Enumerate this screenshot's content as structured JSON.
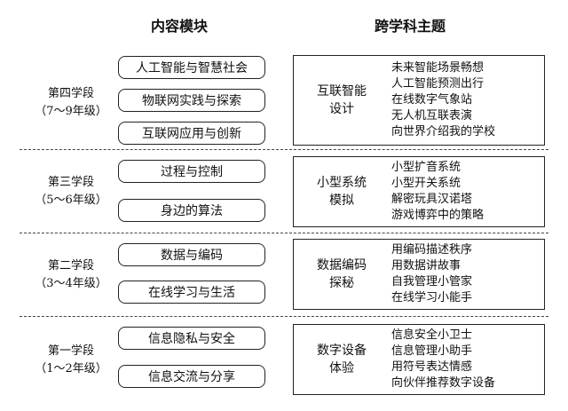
{
  "headers": {
    "modules": "内容模块",
    "themes": "跨学科主题"
  },
  "stages": [
    {
      "name": "第四学段",
      "grade": "（7～9年级）",
      "modules": [
        "人工智能与智慧社会",
        "物联网实践与探索",
        "互联网应用与创新"
      ],
      "theme": {
        "title": [
          "互联智能",
          "设计"
        ],
        "topics": [
          "未来智能场景畅想",
          "人工智能预测出行",
          "在线数字气象站",
          "无人机互联表演",
          "向世界介绍我的学校"
        ]
      }
    },
    {
      "name": "第三学段",
      "grade": "（5～6年级）",
      "modules": [
        "过程与控制",
        "身边的算法"
      ],
      "theme": {
        "title": [
          "小型系统",
          "模拟"
        ],
        "topics": [
          "小型扩音系统",
          "小型开关系统",
          "解密玩具汉诺塔",
          "游戏博弈中的策略"
        ]
      }
    },
    {
      "name": "第二学段",
      "grade": "（3～4年级）",
      "modules": [
        "数据与编码",
        "在线学习与生活"
      ],
      "theme": {
        "title": [
          "数据编码",
          "探秘"
        ],
        "topics": [
          "用编码描述秩序",
          "用数据讲故事",
          "自我管理小管家",
          "在线学习小能手"
        ]
      }
    },
    {
      "name": "第一学段",
      "grade": "（1～2年级）",
      "modules": [
        "信息隐私与安全",
        "信息交流与分享"
      ],
      "theme": {
        "title": [
          "数字设备",
          "体验"
        ],
        "topics": [
          "信息安全小卫士",
          "信息管理小助手",
          "用符号表达情感",
          "向伙伴推荐数字设备"
        ]
      }
    }
  ]
}
